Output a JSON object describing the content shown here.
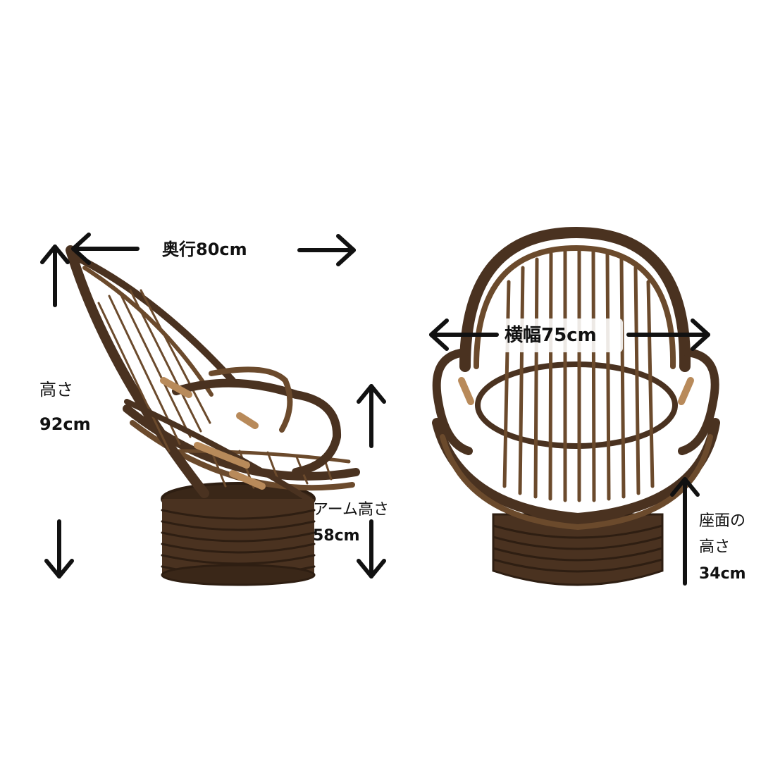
{
  "photo": {
    "background_color": "#ffffff",
    "rattan_color": "#4a3220",
    "rattan_light_color": "#6b4a2c",
    "binding_color": "#b88a5a",
    "arrow_color": "#111111",
    "subjects": [
      "side-view-chair",
      "front-view-chair"
    ]
  },
  "dimensions": {
    "depth": {
      "label": "奥行80cm"
    },
    "height": {
      "label_line1": "高さ",
      "label_line2": "92cm"
    },
    "arm_height": {
      "label_line1": "アーム高さ",
      "label_line2": "58cm"
    },
    "width": {
      "label": "横幅75cm"
    },
    "seat_height": {
      "label_line1": "座面の",
      "label_line2": "高さ",
      "label_line3": "34cm"
    }
  }
}
